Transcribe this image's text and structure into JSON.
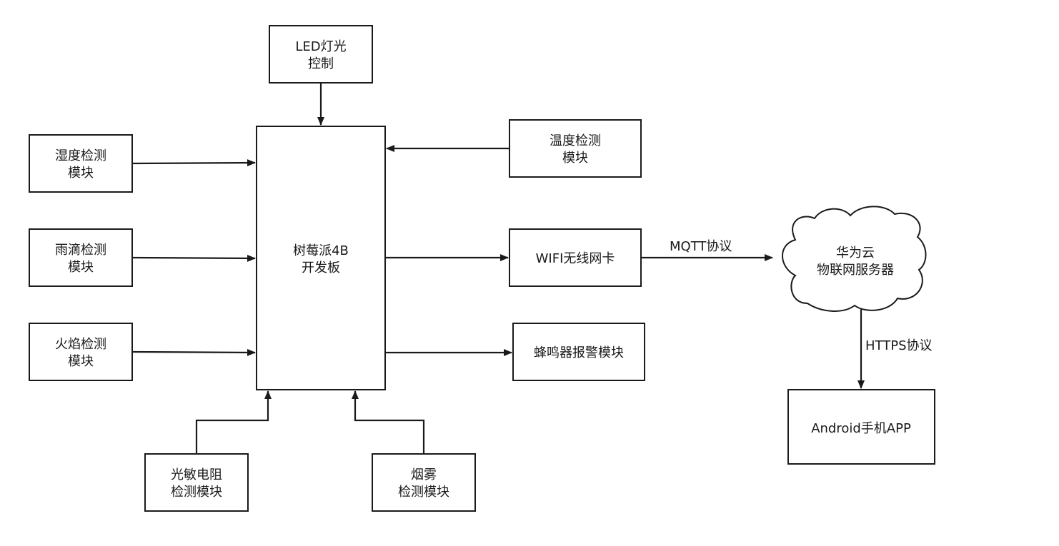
{
  "nodes": {
    "led": [
      "LED灯光",
      "控制"
    ],
    "pi": [
      "树莓派4B",
      "开发板"
    ],
    "humidity": [
      "湿度检测",
      "模块"
    ],
    "rain": [
      "雨滴检测",
      "模块"
    ],
    "flame": [
      "火焰检测",
      "模块"
    ],
    "temperature": [
      "温度检测",
      "模块"
    ],
    "wifi": [
      "WIFI无线网卡"
    ],
    "buzzer": [
      "蜂鸣器报警模块"
    ],
    "cloud": [
      "华为云",
      "物联网服务器"
    ],
    "android": [
      "Android手机APP"
    ],
    "light": [
      "光敏电阻",
      "检测模块"
    ],
    "smoke": [
      "烟雾",
      "检测模块"
    ]
  },
  "edges": {
    "mqtt": "MQTT协议",
    "https": "HTTPS协议"
  }
}
